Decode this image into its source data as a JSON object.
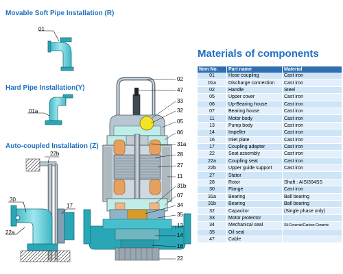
{
  "sections": {
    "movable": {
      "title": "Movable Soft Pipe Installation (R)",
      "labels": [
        "01"
      ]
    },
    "hard": {
      "title": "Hard Pipe  Installation(Y)",
      "labels": [
        "01a"
      ]
    },
    "auto": {
      "title": "Auto-coupled Installation (Z)",
      "labels": [
        "22b",
        "30",
        "17",
        "22a"
      ]
    }
  },
  "pump_callouts": [
    "02",
    "47",
    "33",
    "32",
    "05",
    "06",
    "31a",
    "28",
    "27",
    "11",
    "31b",
    "07",
    "34",
    "35",
    "13",
    "14",
    "16",
    "22"
  ],
  "materials": {
    "title": "Materials of components",
    "headers": [
      "Item No.",
      "Part name",
      "Material"
    ],
    "rows": [
      {
        "no": "01",
        "part": "Hose coupling",
        "material": "Cast iron"
      },
      {
        "no": "01a",
        "part": "Discharge connection",
        "material": "Cast iron"
      },
      {
        "no": "02",
        "part": "Handle",
        "material": "Steel"
      },
      {
        "no": "05",
        "part": "Upper cover",
        "material": "Cast iron"
      },
      {
        "no": "06",
        "part": "Up-Bearing house",
        "material": "Cast iron"
      },
      {
        "no": "07",
        "part": "Bearing house",
        "material": "Cast iron"
      },
      {
        "no": "11",
        "part": "Motor body",
        "material": "Cast iron"
      },
      {
        "no": "13",
        "part": "Pump body",
        "material": "Cast iron"
      },
      {
        "no": "14",
        "part": "Impeller",
        "material": "Cast iron"
      },
      {
        "no": "16",
        "part": "Inlet plate",
        "material": "Cast iron"
      },
      {
        "no": "17",
        "part": "Coupling adapter",
        "material": "Cast iron"
      },
      {
        "no": "22",
        "part": "Seat assembly",
        "material": "Cast iron"
      },
      {
        "no": "22a",
        "part": "Coupling seat",
        "material": "Cast iron"
      },
      {
        "no": "22b",
        "part": "Upper guide support",
        "material": "Cast iron"
      },
      {
        "no": "27",
        "part": "Stator",
        "material": ""
      },
      {
        "no": "28",
        "part": "Rotor",
        "material": "Shaft : AISI304SS"
      },
      {
        "no": "30",
        "part": "Flange",
        "material": "Cast iron"
      },
      {
        "no": "31a",
        "part": "Bearing",
        "material": "Ball bearing"
      },
      {
        "no": "31b",
        "part": "Bearing",
        "material": "Ball bearing"
      },
      {
        "no": "32",
        "part": "Capacitor",
        "material": "(Single phase only)"
      },
      {
        "no": "33",
        "part": "Motor protector",
        "material": ""
      },
      {
        "no": "34",
        "part": "Mechanical seal",
        "material": "Sil-Ceramic/Carbon-Ceramic"
      },
      {
        "no": "35",
        "part": "Oil seal",
        "material": ""
      },
      {
        "no": "47",
        "part": "Cable",
        "material": ""
      }
    ]
  }
}
